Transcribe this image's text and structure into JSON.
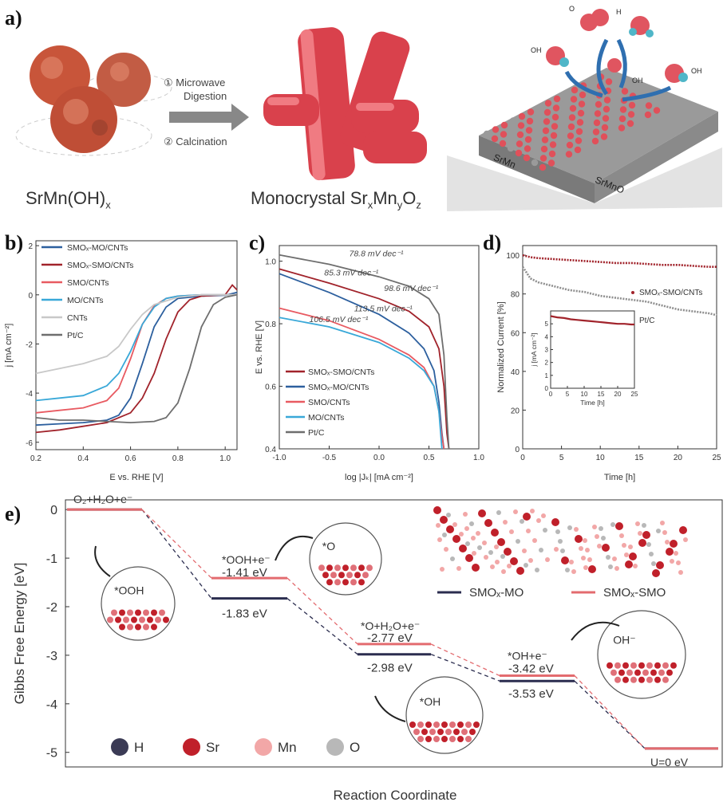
{
  "panel_a": {
    "label": "a)",
    "left_caption": "SrMn(OH)",
    "left_caption_sub": "x",
    "mid_caption": "Monocrystal Sr",
    "mid_caption_subs": [
      "x",
      "y",
      "z"
    ],
    "mid_caption_parts": [
      "Mn",
      "O"
    ],
    "step1": "① Microwave",
    "step1b": "Digestion",
    "step2": "② Calcination",
    "surface_left": "SrMn",
    "surface_right": "SrMnO",
    "mol_o2": "O",
    "mol_h2o": "H",
    "mol_oh_left": "OH",
    "mol_oh_right": "OH",
    "mol_oh_ad": "OH",
    "colors": {
      "nanorod": "#d9414c",
      "particle": "#c8553a",
      "arrow": "#2f6fb0",
      "slab_red": "#e0505a",
      "slab_grey": "#9a9a9a"
    }
  },
  "panel_b": {
    "label": "b)",
    "chart_data": {
      "type": "line",
      "xlabel": "E vs. RHE [V]",
      "ylabel": "j [mA cm⁻²]",
      "xlim": [
        0.2,
        1.05
      ],
      "ylim": [
        -6.3,
        2.2
      ],
      "xticks": [
        "0.2",
        "0.4",
        "0.6",
        "0.8",
        "1.0"
      ],
      "yticks": [
        "2",
        "0",
        "-2",
        "-4",
        "-6"
      ],
      "legend": [
        "SMOₓ-MO/CNTs",
        "SMOₓ-SMO/CNTs",
        "SMO/CNTs",
        "MO/CNTs",
        "CNTs",
        "Pt/C"
      ],
      "series": [
        {
          "name": "SMOₓ-MO/CNTs",
          "color": "#2c5f9e",
          "x": [
            0.2,
            0.3,
            0.4,
            0.5,
            0.55,
            0.6,
            0.65,
            0.7,
            0.75,
            0.8,
            0.9,
            1.0,
            1.05
          ],
          "y": [
            -5.3,
            -5.25,
            -5.2,
            -5.1,
            -4.9,
            -4.2,
            -2.8,
            -1.3,
            -0.5,
            -0.15,
            -0.05,
            -0.02,
            0.1
          ]
        },
        {
          "name": "SMOₓ-SMO/CNTs",
          "color": "#a1232b",
          "x": [
            0.2,
            0.3,
            0.4,
            0.5,
            0.6,
            0.65,
            0.7,
            0.75,
            0.8,
            0.85,
            0.9,
            1.0,
            1.03,
            1.05
          ],
          "y": [
            -5.6,
            -5.5,
            -5.35,
            -5.2,
            -4.8,
            -4.2,
            -3.2,
            -1.8,
            -0.7,
            -0.2,
            -0.05,
            0.0,
            0.4,
            0.2
          ]
        },
        {
          "name": "SMO/CNTs",
          "color": "#e85a61",
          "x": [
            0.2,
            0.3,
            0.4,
            0.5,
            0.55,
            0.6,
            0.65,
            0.7,
            0.75,
            0.8,
            0.9,
            1.0,
            1.05
          ],
          "y": [
            -4.8,
            -4.7,
            -4.6,
            -4.3,
            -3.8,
            -2.6,
            -1.2,
            -0.45,
            -0.15,
            -0.05,
            0.0,
            0.0,
            0.0
          ]
        },
        {
          "name": "MO/CNTs",
          "color": "#39a8d8",
          "x": [
            0.2,
            0.3,
            0.4,
            0.5,
            0.55,
            0.6,
            0.65,
            0.7,
            0.75,
            0.8,
            0.9,
            1.0,
            1.05
          ],
          "y": [
            -4.3,
            -4.2,
            -4.1,
            -3.7,
            -3.2,
            -2.3,
            -1.2,
            -0.5,
            -0.15,
            -0.05,
            0.0,
            0.0,
            0.0
          ]
        },
        {
          "name": "CNTs",
          "color": "#c8c8c8",
          "x": [
            0.2,
            0.3,
            0.4,
            0.5,
            0.55,
            0.6,
            0.65,
            0.7,
            0.8,
            0.9,
            1.0,
            1.05
          ],
          "y": [
            -3.2,
            -3.0,
            -2.8,
            -2.5,
            -2.1,
            -1.4,
            -0.8,
            -0.4,
            -0.1,
            0.0,
            0.0,
            0.0
          ]
        },
        {
          "name": "Pt/C",
          "color": "#6e6e6e",
          "x": [
            0.2,
            0.3,
            0.4,
            0.5,
            0.6,
            0.7,
            0.75,
            0.8,
            0.85,
            0.9,
            0.95,
            1.0,
            1.05
          ],
          "y": [
            -5.0,
            -5.1,
            -5.1,
            -5.15,
            -5.2,
            -5.15,
            -5.0,
            -4.4,
            -3.0,
            -1.3,
            -0.4,
            -0.1,
            0.0
          ]
        }
      ]
    }
  },
  "panel_c": {
    "label": "c)",
    "chart_data": {
      "type": "line",
      "xlabel": "log |Jₖ| [mA cm⁻²]",
      "ylabel": "E vs. RHE [V]",
      "xlim": [
        -1.0,
        1.0
      ],
      "ylim": [
        0.4,
        1.05
      ],
      "xticks": [
        "-1.0",
        "-0.5",
        "0.0",
        "0.5",
        "1.0"
      ],
      "yticks": [
        "1.0",
        "0.8",
        "0.6",
        "0.4"
      ],
      "legend": [
        "SMOₓ-SMO/CNTs",
        "SMOₓ-MO/CNTs",
        "SMO/CNTs",
        "MO/CNTs",
        "Pt/C"
      ],
      "annotations": [
        "78.8 mV dec⁻¹",
        "85.3 mV dec⁻¹",
        "98.6 mV dec⁻¹",
        "113.5 mV dec⁻¹",
        "106.5 mV dec⁻¹"
      ],
      "series": [
        {
          "name": "SMOₓ-SMO/CNTs",
          "color": "#a1232b",
          "x": [
            -1.0,
            -0.5,
            0.0,
            0.3,
            0.5,
            0.6,
            0.65,
            0.68,
            0.7
          ],
          "y": [
            0.975,
            0.93,
            0.88,
            0.84,
            0.79,
            0.72,
            0.6,
            0.45,
            0.4
          ]
        },
        {
          "name": "SMOₓ-MO/CNTs",
          "color": "#2c5f9e",
          "x": [
            -1.0,
            -0.5,
            0.0,
            0.3,
            0.45,
            0.55,
            0.6,
            0.63,
            0.65
          ],
          "y": [
            0.96,
            0.9,
            0.83,
            0.77,
            0.72,
            0.65,
            0.55,
            0.45,
            0.4
          ]
        },
        {
          "name": "SMO/CNTs",
          "color": "#e85a61",
          "x": [
            -1.0,
            -0.5,
            0.0,
            0.3,
            0.45,
            0.55,
            0.6,
            0.63,
            0.65
          ],
          "y": [
            0.85,
            0.81,
            0.75,
            0.7,
            0.66,
            0.6,
            0.52,
            0.44,
            0.4
          ]
        },
        {
          "name": "MO/CNTs",
          "color": "#39a8d8",
          "x": [
            -1.0,
            -0.5,
            0.0,
            0.3,
            0.45,
            0.55,
            0.6,
            0.62,
            0.63
          ],
          "y": [
            0.82,
            0.79,
            0.74,
            0.69,
            0.65,
            0.6,
            0.52,
            0.44,
            0.4
          ]
        },
        {
          "name": "Pt/C",
          "color": "#6e6e6e",
          "x": [
            -1.0,
            -0.5,
            0.0,
            0.3,
            0.5,
            0.6,
            0.65,
            0.68,
            0.7
          ],
          "y": [
            1.02,
            0.99,
            0.95,
            0.92,
            0.88,
            0.83,
            0.7,
            0.5,
            0.4
          ]
        }
      ]
    }
  },
  "panel_d": {
    "label": "d)",
    "chart_data": {
      "type": "scatter",
      "xlabel": "Time [h]",
      "ylabel": "Normalized Current [%]",
      "xlim": [
        0,
        25
      ],
      "ylim": [
        0,
        105
      ],
      "xticks": [
        "0",
        "5",
        "10",
        "15",
        "20",
        "25"
      ],
      "yticks": [
        "100",
        "80",
        "60",
        "40",
        "20",
        "0"
      ],
      "legend": [
        "SMOₓ-SMO/CNTs",
        "Pt/C"
      ],
      "series": [
        {
          "name": "SMOₓ-SMO/CNTs",
          "color": "#a1232b",
          "x": [
            0,
            1,
            2,
            4,
            6,
            8,
            10,
            12,
            14,
            16,
            18,
            20,
            22,
            24,
            25
          ],
          "y": [
            100,
            99,
            98.5,
            98,
            97.5,
            97,
            96.5,
            96,
            96,
            95.5,
            95,
            95,
            94.5,
            94,
            94
          ]
        },
        {
          "name": "Pt/C",
          "color": "#8e8e8e",
          "x": [
            0,
            1,
            2,
            3,
            4,
            6,
            8,
            10,
            12,
            14,
            16,
            18,
            20,
            22,
            24,
            25
          ],
          "y": [
            94,
            88,
            86,
            85,
            84,
            82,
            81,
            79,
            78,
            77,
            76,
            74,
            72,
            71,
            70,
            69
          ]
        }
      ],
      "inset": {
        "xlabel": "Time [h]",
        "ylabel": "j [mA cm⁻²]",
        "xlim": [
          0,
          25
        ],
        "ylim": [
          0,
          6
        ],
        "xticks": [
          "0",
          "5",
          "10",
          "15",
          "20",
          "25"
        ],
        "yticks": [
          "5",
          "4",
          "3",
          "2",
          "1",
          "0"
        ],
        "x": [
          0,
          2,
          4,
          6,
          8,
          10,
          12,
          14,
          16,
          18,
          20,
          22,
          24,
          25
        ],
        "y": [
          5.6,
          5.5,
          5.45,
          5.35,
          5.3,
          5.25,
          5.2,
          5.15,
          5.1,
          5.05,
          5.0,
          5.0,
          4.95,
          4.95
        ]
      }
    }
  },
  "panel_e": {
    "label": "e)",
    "chart_data": {
      "type": "line",
      "xlabel": "Reaction Coordinate",
      "ylabel": "Gibbs Free Energy [eV]",
      "ylim": [
        -5.3,
        0.2
      ],
      "yticks": [
        "0",
        "-1",
        "-2",
        "-3",
        "-4",
        "-5"
      ],
      "step_labels": [
        "O₂+H₂O+e⁻",
        "*OOH+e⁻",
        "*O+H₂O+e⁻",
        "*OH+e⁻",
        "U=0 eV"
      ],
      "series": [
        {
          "name": "SMOₓ-MO",
          "color": "#2b2d4f",
          "values": [
            0,
            -1.83,
            -2.98,
            -3.53,
            -4.92
          ]
        },
        {
          "name": "SMOₓ-SMO",
          "color": "#e36b6f",
          "values": [
            0,
            -1.41,
            -2.77,
            -3.42,
            -4.92
          ]
        }
      ],
      "value_labels": [
        "-1.41 eV",
        "-1.83 eV",
        "-2.77 eV",
        "-2.98 eV",
        "-3.42 eV",
        "-3.53 eV"
      ],
      "legend": [
        "SMOₓ-MO",
        "SMOₓ-SMO"
      ],
      "circle_labels": [
        "*OOH",
        "*O",
        "*OH",
        "OH⁻"
      ],
      "atom_legend": [
        {
          "name": "H",
          "color": "#3b3b55"
        },
        {
          "name": "Sr",
          "color": "#c0202a"
        },
        {
          "name": "Mn",
          "color": "#f2a7a7"
        },
        {
          "name": "O",
          "color": "#b8b8b8"
        }
      ]
    }
  }
}
